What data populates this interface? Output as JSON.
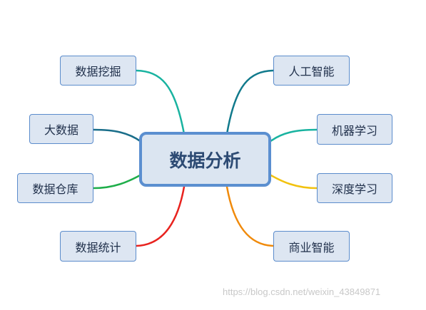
{
  "center": {
    "label": "数据分析"
  },
  "left_nodes": [
    {
      "label": "数据挖掘",
      "color": "#19b3a0"
    },
    {
      "label": "大数据",
      "color": "#1a6e8a"
    },
    {
      "label": "数据仓库",
      "color": "#1fae4a"
    },
    {
      "label": "数据统计",
      "color": "#e8231f"
    }
  ],
  "right_nodes": [
    {
      "label": "人工智能",
      "color": "#117a8c"
    },
    {
      "label": "机器学习",
      "color": "#19b3a0"
    },
    {
      "label": "深度学习",
      "color": "#f2c20f"
    },
    {
      "label": "商业智能",
      "color": "#f08a0b"
    }
  ],
  "watermark": "https://blog.csdn.net/weixin_43849871"
}
